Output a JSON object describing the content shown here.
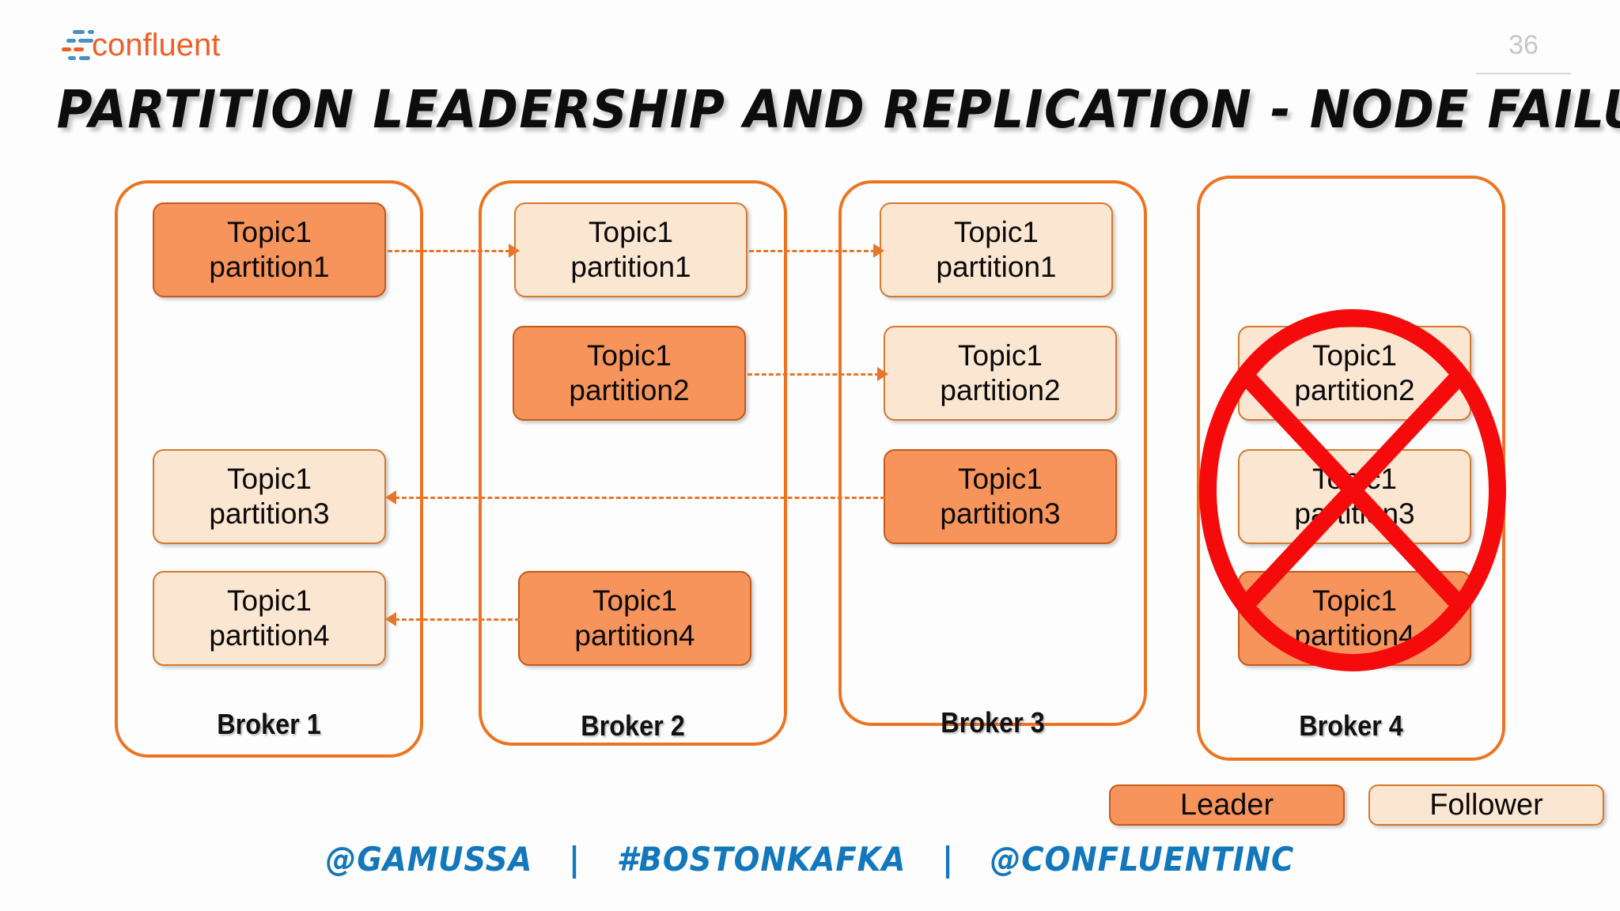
{
  "brand": {
    "logo_text": "confluent",
    "logo_mark_name": "confluent-logo-mark",
    "logo_blue": "#4A90C4",
    "logo_orange": "#EE5E28"
  },
  "header": {
    "page_number": "36"
  },
  "title": "PARTITION LEADERSHIP AND REPLICATION - NODE FAILURE",
  "colors": {
    "leader_fill": "#F7945C",
    "leader_border": "#C55A18",
    "follower_fill": "#FBE6D2",
    "follower_border": "#D4792E",
    "broker_border": "#EE7320",
    "arrow": "#E8762A",
    "failure_red": "#F50B0B",
    "footer_blue": "#1377BC",
    "page_number_gray": "#C7C7C7"
  },
  "diagram": {
    "topic_name": "Topic1",
    "brokers": [
      {
        "label": "Broker 1",
        "partitions": [
          {
            "topic": "Topic1",
            "partition": "partition1",
            "role": "leader"
          },
          {
            "topic": "Topic1",
            "partition": "partition3",
            "role": "follower"
          },
          {
            "topic": "Topic1",
            "partition": "partition4",
            "role": "follower"
          }
        ],
        "failed": false
      },
      {
        "label": "Broker 2",
        "partitions": [
          {
            "topic": "Topic1",
            "partition": "partition1",
            "role": "follower"
          },
          {
            "topic": "Topic1",
            "partition": "partition2",
            "role": "leader"
          },
          {
            "topic": "Topic1",
            "partition": "partition4",
            "role": "leader"
          }
        ],
        "failed": false
      },
      {
        "label": "Broker 3",
        "partitions": [
          {
            "topic": "Topic1",
            "partition": "partition1",
            "role": "follower"
          },
          {
            "topic": "Topic1",
            "partition": "partition2",
            "role": "follower"
          },
          {
            "topic": "Topic1",
            "partition": "partition3",
            "role": "leader"
          }
        ],
        "failed": false
      },
      {
        "label": "Broker 4",
        "partitions": [
          {
            "topic": "Topic1",
            "partition": "partition2",
            "role": "follower"
          },
          {
            "topic": "Topic1",
            "partition": "partition3",
            "role": "follower"
          },
          {
            "topic": "Topic1",
            "partition": "partition4",
            "role": "leader"
          }
        ],
        "failed": true
      }
    ],
    "replication_arrows": [
      {
        "from": "broker1.partition1",
        "to": "broker2.partition1",
        "direction": "right"
      },
      {
        "from": "broker2.partition1",
        "to": "broker3.partition1",
        "direction": "right"
      },
      {
        "from": "broker2.partition2",
        "to": "broker3.partition2",
        "direction": "right"
      },
      {
        "from": "broker3.partition3",
        "to": "broker1.partition3",
        "direction": "left"
      },
      {
        "from": "broker2.partition4",
        "to": "broker1.partition4",
        "direction": "left"
      }
    ],
    "failure_indicator": "red-cross-circle-over-broker4"
  },
  "legend": {
    "leader_label": "Leader",
    "follower_label": "Follower"
  },
  "footer": {
    "handle": "@GAMUSSA",
    "separator": "|",
    "hashtag": "#BOSTONKAFKA",
    "company": "@CONFLUENTINC"
  }
}
